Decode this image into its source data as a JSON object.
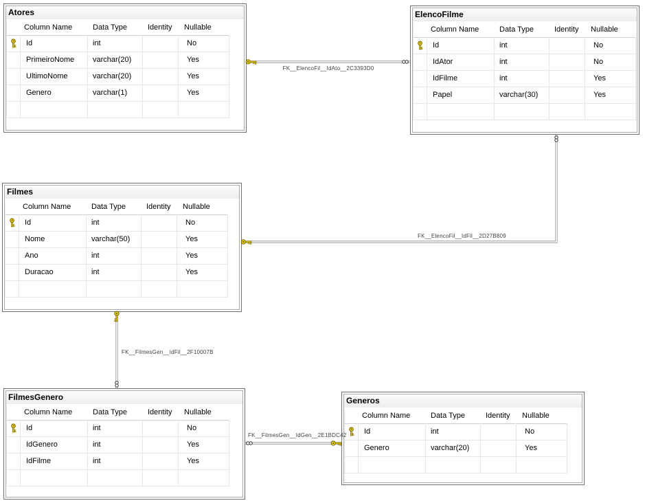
{
  "diagram": {
    "column_headers": [
      "Column Name",
      "Data Type",
      "Identity",
      "Nullable"
    ],
    "tables": [
      {
        "title": "Atores",
        "rows": [
          {
            "pk": true,
            "name": "Id",
            "type": "int",
            "identity": "",
            "nullable": "No"
          },
          {
            "pk": false,
            "name": "PrimeiroNome",
            "type": "varchar(20)",
            "identity": "",
            "nullable": "Yes"
          },
          {
            "pk": false,
            "name": "UltimoNome",
            "type": "varchar(20)",
            "identity": "",
            "nullable": "Yes"
          },
          {
            "pk": false,
            "name": "Genero",
            "type": "varchar(1)",
            "identity": "",
            "nullable": "Yes"
          },
          {
            "pk": false,
            "name": "",
            "type": "",
            "identity": "",
            "nullable": ""
          }
        ]
      },
      {
        "title": "ElencoFilme",
        "rows": [
          {
            "pk": true,
            "name": "Id",
            "type": "int",
            "identity": "",
            "nullable": "No"
          },
          {
            "pk": false,
            "name": "IdAtor",
            "type": "int",
            "identity": "",
            "nullable": "No"
          },
          {
            "pk": false,
            "name": "IdFilme",
            "type": "int",
            "identity": "",
            "nullable": "Yes"
          },
          {
            "pk": false,
            "name": "Papel",
            "type": "varchar(30)",
            "identity": "",
            "nullable": "Yes"
          },
          {
            "pk": false,
            "name": "",
            "type": "",
            "identity": "",
            "nullable": ""
          }
        ]
      },
      {
        "title": "Filmes",
        "rows": [
          {
            "pk": true,
            "name": "Id",
            "type": "int",
            "identity": "",
            "nullable": "No"
          },
          {
            "pk": false,
            "name": "Nome",
            "type": "varchar(50)",
            "identity": "",
            "nullable": "Yes"
          },
          {
            "pk": false,
            "name": "Ano",
            "type": "int",
            "identity": "",
            "nullable": "Yes"
          },
          {
            "pk": false,
            "name": "Duracao",
            "type": "int",
            "identity": "",
            "nullable": "Yes"
          },
          {
            "pk": false,
            "name": "",
            "type": "",
            "identity": "",
            "nullable": ""
          }
        ]
      },
      {
        "title": "FilmesGenero",
        "rows": [
          {
            "pk": true,
            "name": "Id",
            "type": "int",
            "identity": "",
            "nullable": "No"
          },
          {
            "pk": false,
            "name": "IdGenero",
            "type": "int",
            "identity": "",
            "nullable": "Yes"
          },
          {
            "pk": false,
            "name": "IdFilme",
            "type": "int",
            "identity": "",
            "nullable": "Yes"
          },
          {
            "pk": false,
            "name": "",
            "type": "",
            "identity": "",
            "nullable": ""
          }
        ]
      },
      {
        "title": "Generos",
        "rows": [
          {
            "pk": true,
            "name": "Id",
            "type": "int",
            "identity": "",
            "nullable": "No"
          },
          {
            "pk": false,
            "name": "Genero",
            "type": "varchar(20)",
            "identity": "",
            "nullable": "Yes"
          },
          {
            "pk": false,
            "name": "",
            "type": "",
            "identity": "",
            "nullable": ""
          }
        ]
      }
    ],
    "relationships": [
      {
        "label": "FK__ElencoFil__IdAto__2C3393D0",
        "one_side": "Atores",
        "many_side": "ElencoFilme"
      },
      {
        "label": "FK__ElencoFil__IdFil__2D27B809",
        "one_side": "Filmes",
        "many_side": "ElencoFilme"
      },
      {
        "label": "FK__FilmesGen__IdFil__2F10007B",
        "one_side": "Filmes",
        "many_side": "FilmesGenero"
      },
      {
        "label": "FK__FilmesGen__IdGen__2E1BDC42",
        "one_side": "Generos",
        "many_side": "FilmesGenero"
      }
    ],
    "colors": {
      "canvas": "#ffffff",
      "table_border": "#6f6f6f",
      "table_inner_border": "#a9a9a9",
      "grid_line": "#e6e6e6",
      "header_line": "#cfcfcf",
      "text": "#000000",
      "fk_label": "#3f3f3f",
      "connector": "#9c9c9c",
      "key_gold": "#f5d90a"
    }
  }
}
